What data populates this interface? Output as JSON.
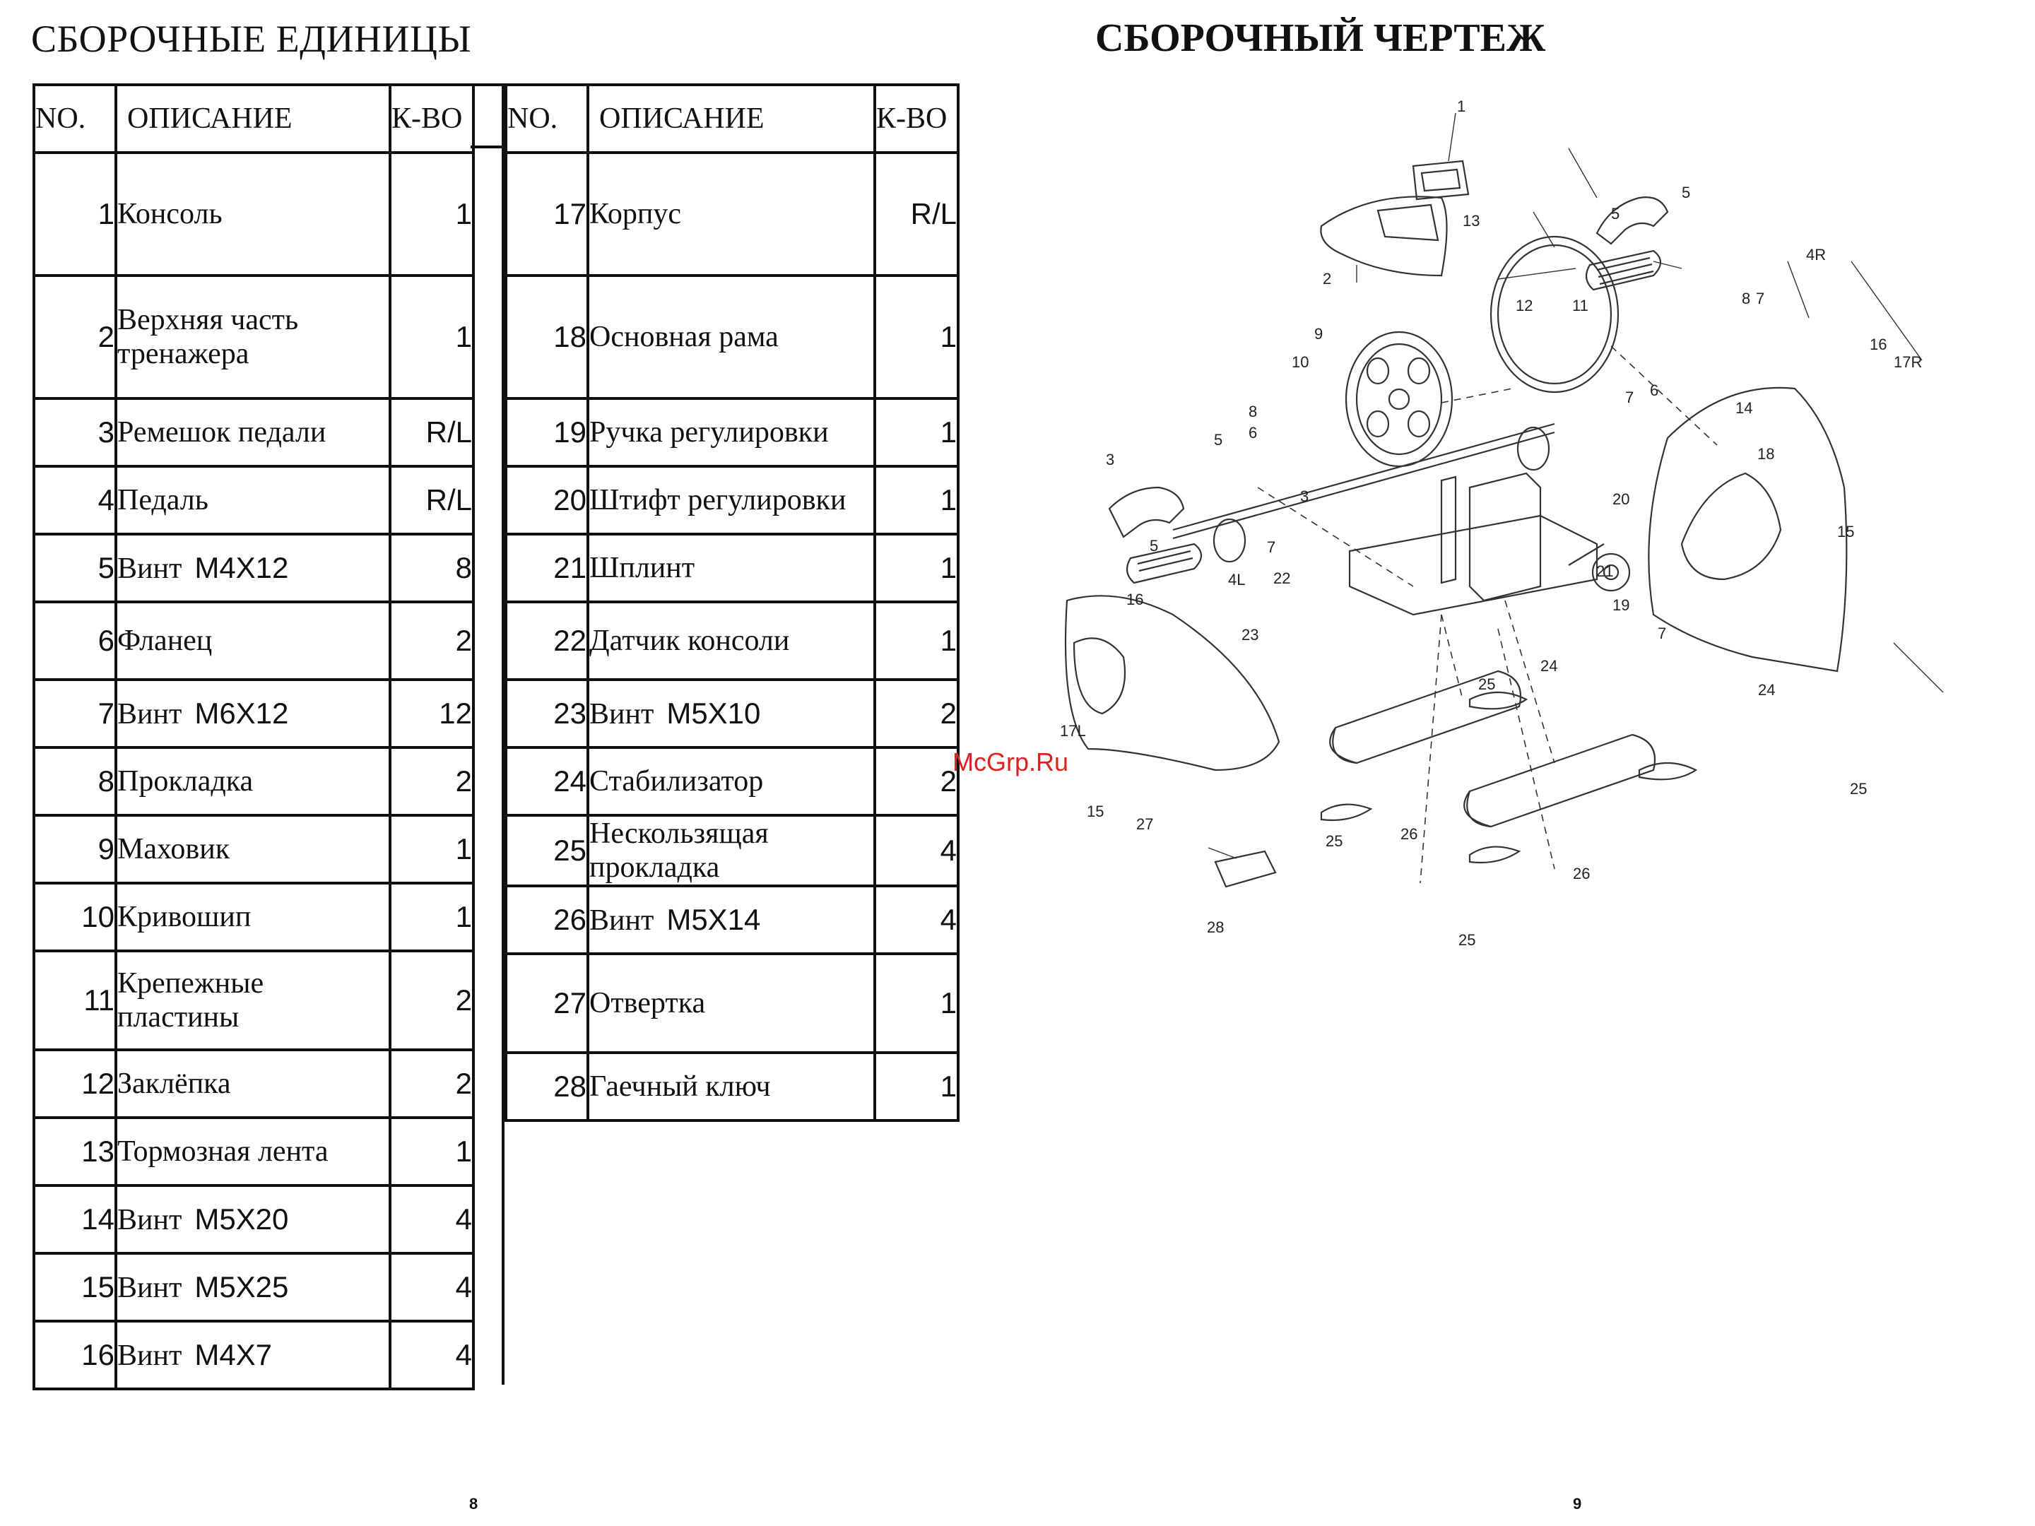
{
  "left_title": "СБОРОЧНЫЕ ЕДИНИЦЫ",
  "right_title": "СБОРОЧНЫЙ ЧЕРТЕЖ",
  "headers": {
    "no": "NO.",
    "desc": "ОПИСАНИЕ",
    "qty": "К-ВО"
  },
  "parts_left": [
    {
      "no": "1",
      "desc": "Консоль",
      "spec": "",
      "qty": "1"
    },
    {
      "no": "2",
      "desc": "Верхняя часть тренажера",
      "spec": "",
      "qty": "1"
    },
    {
      "no": "3",
      "desc": "Ремешок педали",
      "spec": "",
      "qty": "R/L"
    },
    {
      "no": "4",
      "desc": "Педаль",
      "spec": "",
      "qty": "R/L"
    },
    {
      "no": "5",
      "desc": "Винт",
      "spec": "M4X12",
      "qty": "8"
    },
    {
      "no": "6",
      "desc": "Фланец",
      "spec": "",
      "qty": "2"
    },
    {
      "no": "7",
      "desc": "Винт",
      "spec": "M6X12",
      "qty": "12"
    },
    {
      "no": "8",
      "desc": "Прокладка",
      "spec": "",
      "qty": "2"
    },
    {
      "no": "9",
      "desc": "Маховик",
      "spec": "",
      "qty": "1"
    },
    {
      "no": "10",
      "desc": "Кривошип",
      "spec": "",
      "qty": "1"
    },
    {
      "no": "11",
      "desc": "Крепежные пластины",
      "spec": "",
      "qty": "2"
    },
    {
      "no": "12",
      "desc": "Заклёпка",
      "spec": "",
      "qty": "2"
    },
    {
      "no": "13",
      "desc": "Тормозная лента",
      "spec": "",
      "qty": "1"
    },
    {
      "no": "14",
      "desc": "Винт",
      "spec": "M5X20",
      "qty": "4"
    },
    {
      "no": "15",
      "desc": "Винт",
      "spec": "M5X25",
      "qty": "4"
    },
    {
      "no": "16",
      "desc": "Винт",
      "spec": "M4X7",
      "qty": "4"
    }
  ],
  "parts_right": [
    {
      "no": "17",
      "desc": "Корпус",
      "spec": "",
      "qty": "R/L"
    },
    {
      "no": "18",
      "desc": "Основная рама",
      "spec": "",
      "qty": "1"
    },
    {
      "no": "19",
      "desc": "Ручка регулировки",
      "spec": "",
      "qty": "1"
    },
    {
      "no": "20",
      "desc": "Штифт регулировки",
      "spec": "",
      "qty": "1"
    },
    {
      "no": "21",
      "desc": "Шплинт",
      "spec": "",
      "qty": "1"
    },
    {
      "no": "22",
      "desc": "Датчик консоли",
      "spec": "",
      "qty": "1"
    },
    {
      "no": "23",
      "desc": "Винт",
      "spec": "M5X10",
      "qty": "2"
    },
    {
      "no": "24",
      "desc": "Стабилизатор",
      "spec": "",
      "qty": "2"
    },
    {
      "no": "25",
      "desc": "Нескользящая прокладка",
      "spec": "",
      "qty": "4"
    },
    {
      "no": "26",
      "desc": "Винт",
      "spec": "M5X14",
      "qty": "4"
    },
    {
      "no": "27",
      "desc": "Отвертка",
      "spec": "",
      "qty": "1"
    },
    {
      "no": "28",
      "desc": "Гаечный ключ",
      "spec": "",
      "qty": "1"
    }
  ],
  "diagram_labels": [
    "1",
    "2",
    "3",
    "4R",
    "5",
    "5",
    "13",
    "7",
    "8",
    "12",
    "11",
    "9",
    "10",
    "6",
    "7",
    "18",
    "16",
    "17R",
    "14",
    "14",
    "15",
    "3",
    "5",
    "6",
    "8",
    "7",
    "5",
    "4L",
    "16",
    "22",
    "23",
    "20",
    "21",
    "19",
    "7",
    "24",
    "25",
    "24",
    "17L",
    "15",
    "25",
    "27",
    "26",
    "26",
    "25",
    "28",
    "25"
  ],
  "watermark": "McGrp.Ru",
  "page_left": "8",
  "page_right": "9"
}
